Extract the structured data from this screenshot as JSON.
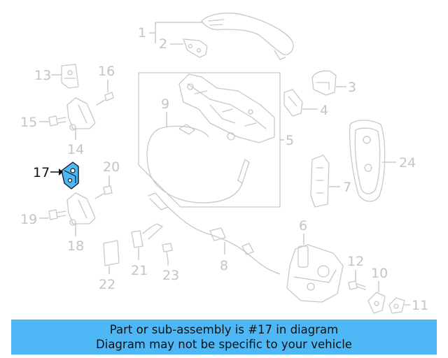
{
  "callouts": {
    "c1": "1",
    "c2": "2",
    "c3": "3",
    "c4": "4",
    "c5": "5",
    "c6": "6",
    "c7": "7",
    "c8": "8",
    "c9": "9",
    "c10": "10",
    "c11": "11",
    "c12": "12",
    "c13": "13",
    "c14": "14",
    "c15": "15",
    "c16": "16",
    "c17": "17",
    "c18": "18",
    "c19": "19",
    "c20": "20",
    "c21": "21",
    "c22": "22",
    "c23": "23",
    "c24": "24"
  },
  "highlighted_part": "17",
  "colors": {
    "highlight": "#4db8f5",
    "part_line": "#c8c8c8",
    "banner_bg": "#4db8f5"
  },
  "banner": {
    "line1": "Part or sub-assembly is #17 in diagram",
    "line2": "Diagram may not be specific to your vehicle"
  }
}
